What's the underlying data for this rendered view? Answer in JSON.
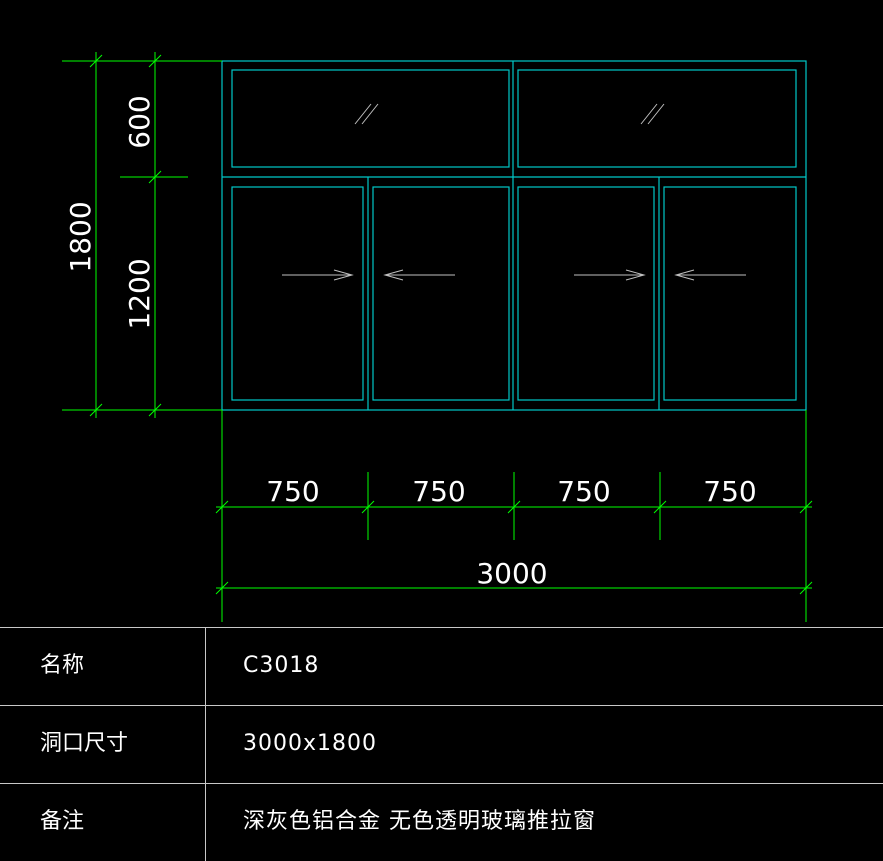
{
  "drawing": {
    "dimensions": {
      "total_height": "1800",
      "upper_height": "600",
      "lower_height": "1200",
      "panel_widths": [
        "750",
        "750",
        "750",
        "750"
      ],
      "total_width": "3000"
    },
    "colors": {
      "frame": "#00c8c8",
      "dimension": "#00ff00",
      "arrow": "#c0c0c0",
      "text": "#ffffff",
      "table_line": "#c8c8c8",
      "background": "#000000"
    }
  },
  "table": {
    "rows": [
      {
        "label": "名称",
        "value": "C3018"
      },
      {
        "label": "洞口尺寸",
        "value": "3000x1800"
      },
      {
        "label": "备注",
        "value": "深灰色铝合金  无色透明玻璃推拉窗"
      }
    ]
  }
}
